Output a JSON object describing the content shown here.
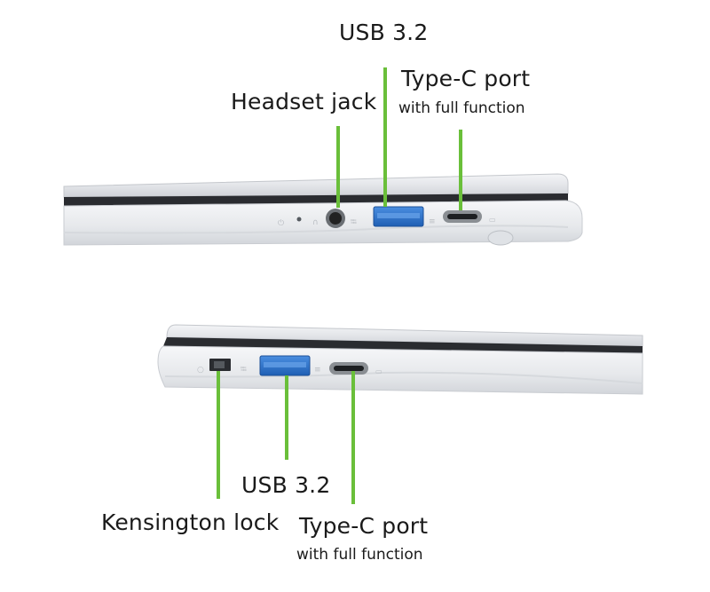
{
  "accent_color": "#6abf3a",
  "usb_port_color": "#2c72c9",
  "views": [
    {
      "id": "right-side-view",
      "labels": {
        "usb": "USB 3.2",
        "typec_title": "Type-C port",
        "typec_sub": "with full function",
        "headset": "Headset jack"
      }
    },
    {
      "id": "left-side-view",
      "labels": {
        "usb": "USB 3.2",
        "typec_title": "Type-C port",
        "typec_sub": "with full function",
        "kensington": "Kensington lock"
      }
    }
  ]
}
